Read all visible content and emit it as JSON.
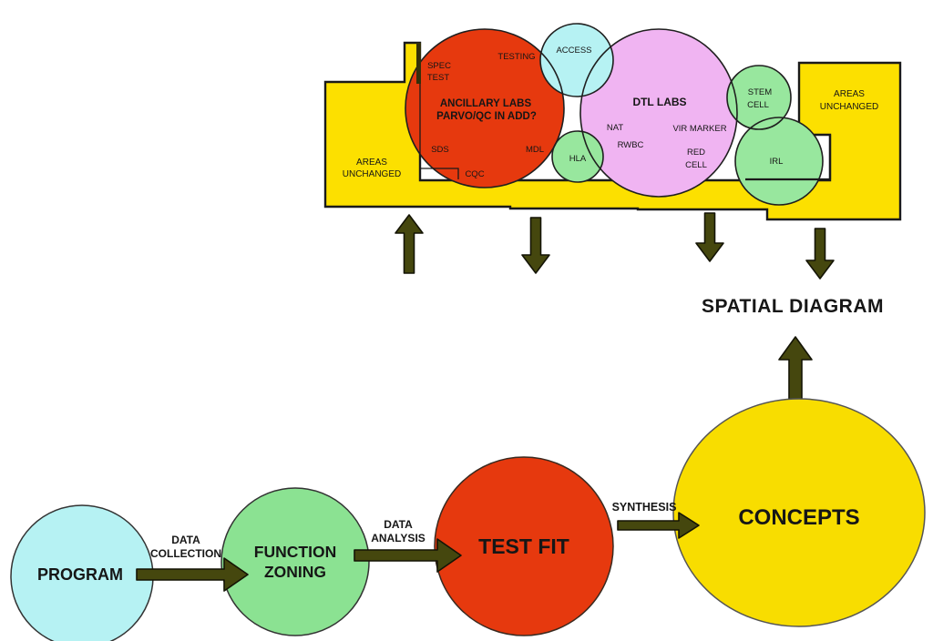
{
  "title": "SPATIAL DIAGRAM",
  "colors": {
    "plan_yellow": "#fce000",
    "concepts_yellow": "#f8dd00",
    "bubble_red": "#e6390e",
    "bubble_violet": "#f0b4f2",
    "bubble_cyan": "#b6f2f3",
    "bubble_green_plan": "#98e79e",
    "bubble_green_flow": "#8be292",
    "arrow_olive": "#45470e",
    "outline": "#1a1a1a"
  },
  "plan": {
    "areas_left": {
      "line1": "AREAS",
      "line2": "UNCHANGED"
    },
    "areas_right": {
      "line1": "AREAS",
      "line2": "UNCHANGED"
    },
    "ancillary": {
      "line1": "ANCILLARY LABS",
      "line2": "PARVO/QC IN ADD?"
    },
    "dtl": "DTL LABS",
    "access": "ACCESS",
    "hla": "HLA",
    "stem": {
      "line1": "STEM",
      "line2": "CELL"
    },
    "irl": "IRL",
    "rooms": {
      "spec": "SPEC",
      "spec2": "TEST",
      "testing": "TESTING",
      "sds": "SDS",
      "mdl": "MDL",
      "cqc": "CQC",
      "nat": "NAT",
      "rwbc": "RWBC",
      "vir_marker": "VIR MARKER",
      "red": "RED",
      "red2": "CELL"
    }
  },
  "flow": {
    "program": "PROGRAM",
    "function_zoning": {
      "line1": "FUNCTION",
      "line2": "ZONING"
    },
    "test_fit": "TEST FIT",
    "concepts": "CONCEPTS",
    "arrow_labels": {
      "collection1": "DATA",
      "collection2": "COLLECTION",
      "analysis1": "DATA",
      "analysis2": "ANALYSIS",
      "synthesis": "SYNTHESIS"
    }
  }
}
